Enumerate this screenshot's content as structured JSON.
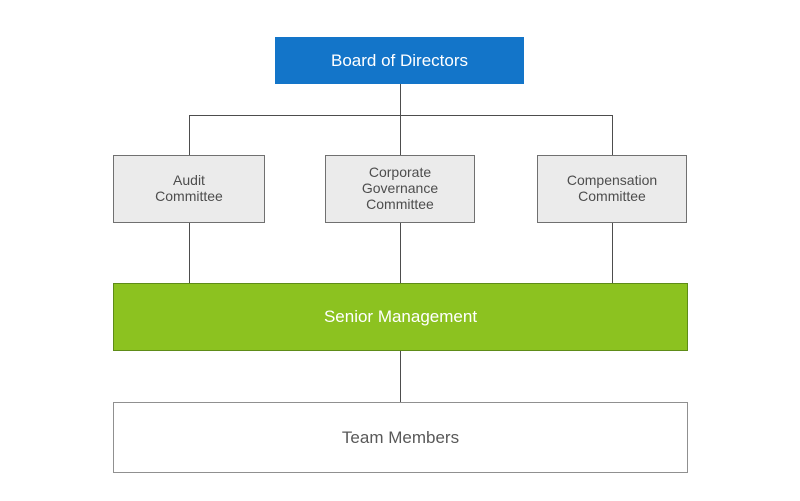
{
  "diagram": {
    "type": "org-chart",
    "root": {
      "id": "board",
      "label": "Board of Directors"
    },
    "committees": [
      {
        "id": "audit",
        "label": "Audit\nCommittee"
      },
      {
        "id": "governance",
        "label": "Corporate\nGovernance\nCommittee"
      },
      {
        "id": "compensation",
        "label": "Compensation\nCommittee"
      }
    ],
    "management": {
      "id": "senior",
      "label": "Senior Management"
    },
    "staff": {
      "id": "team",
      "label": "Team Members"
    },
    "edges": [
      "board-audit",
      "board-governance",
      "board-compensation",
      "audit-senior",
      "governance-senior",
      "compensation-senior",
      "senior-team"
    ]
  },
  "colors": {
    "board_fill": "#1375c9",
    "board_text": "#ffffff",
    "committee_fill": "#ebebeb",
    "committee_border": "#707070",
    "committee_text": "#4d4d4d",
    "senior_fill": "#8cc220",
    "senior_border": "#5e8c18",
    "senior_text": "#ffffff",
    "team_fill": "#ffffff",
    "team_border": "#909090",
    "team_text": "#595959",
    "connector": "#4d4d4d",
    "background": "#ffffff"
  }
}
